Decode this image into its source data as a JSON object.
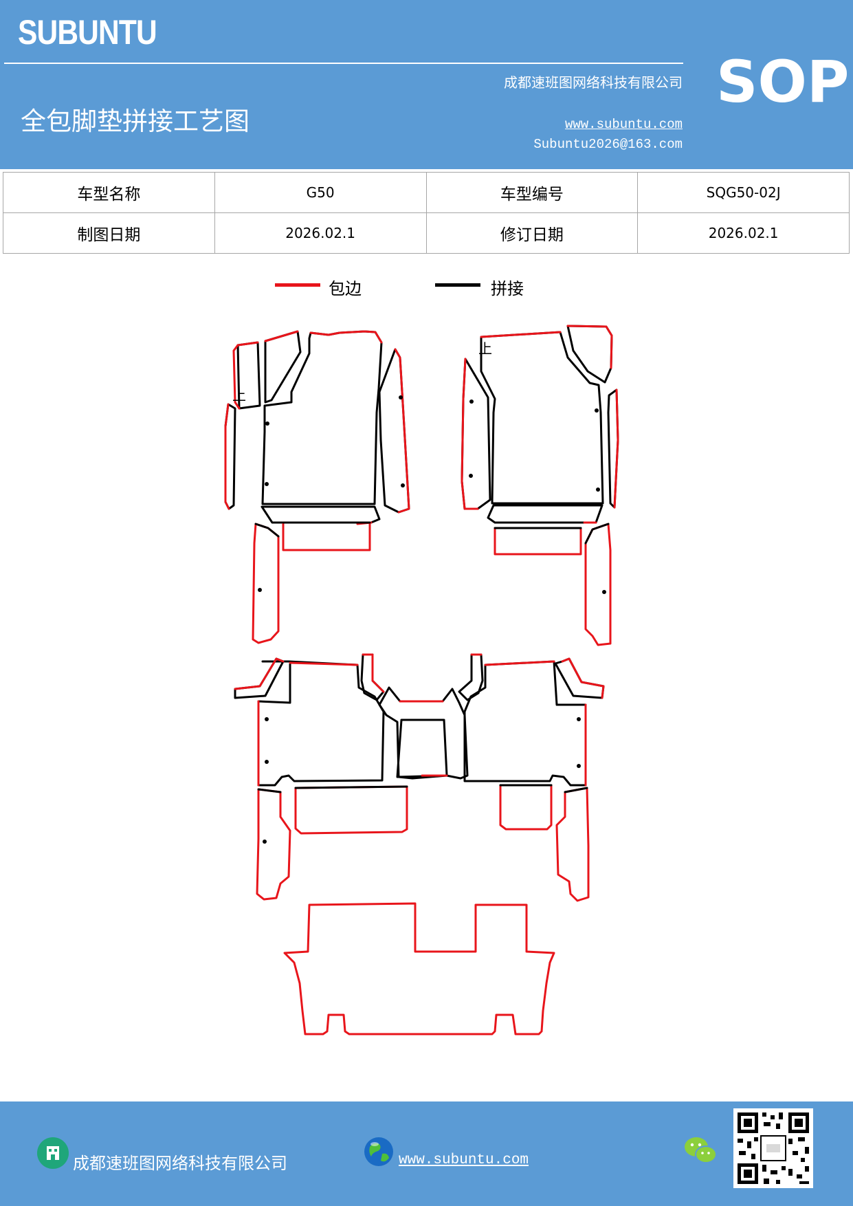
{
  "header": {
    "brand": "SUBUNTU",
    "company": "成都速班图网络科技有限公司",
    "title": "全包脚垫拼接工艺图",
    "website": "www.subuntu.com",
    "email": "Subuntu2026@163.com",
    "sop": "SOP"
  },
  "info_table": {
    "rows": [
      {
        "label1": "车型名称",
        "value1": "G50",
        "label2": "车型编号",
        "value2": "SQG50-02J"
      },
      {
        "label1": "制图日期",
        "value1": "2026.02.1",
        "label2": "修订日期",
        "value2": "2026.02.1"
      }
    ]
  },
  "legend": {
    "red_label": "包边",
    "black_label": "拼接",
    "red_color": "#e8151b",
    "black_color": "#000000"
  },
  "drawing": {
    "up_marker": "上"
  },
  "footer": {
    "company": "成都速班图网络科技有限公司",
    "website": "www.subuntu.com"
  }
}
